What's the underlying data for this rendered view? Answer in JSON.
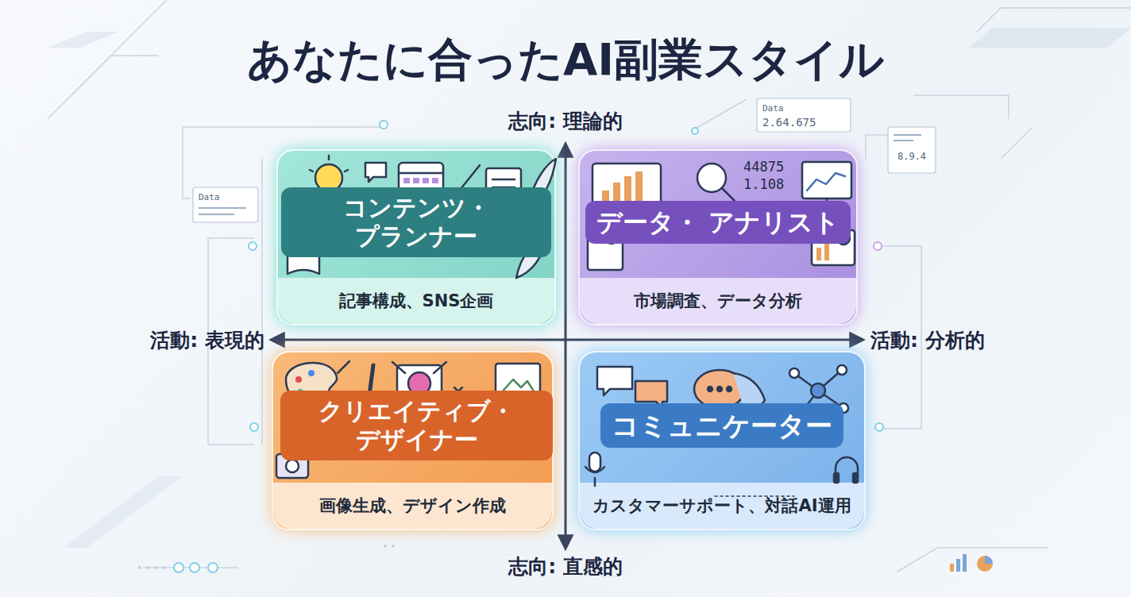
{
  "diagram": {
    "title": "あなたに合ったAI副業スタイル",
    "nodes": [
      {
        "text": [
          "コンテンツ・ プランナー",
          "記事構成、SNS企画"
        ]
      },
      {
        "text": [
          "データ・ アナリスト",
          "市場調査、データ分析"
        ]
      },
      {
        "text": [
          "クリエイティブ・ デザイナー",
          "画像生成、デザイン作成"
        ]
      },
      {
        "text": [
          "コミュニケーター",
          "カスタマーサポート、対話AI運用"
        ]
      }
    ],
    "labels": [
      "志向: 理論的",
      "活動: 表現的",
      "活動: 分析的",
      "志向: 直感的",
      "Data",
      "Data",
      "2.64.675",
      "8.9.4",
      "44875",
      "1.108"
    ]
  }
}
